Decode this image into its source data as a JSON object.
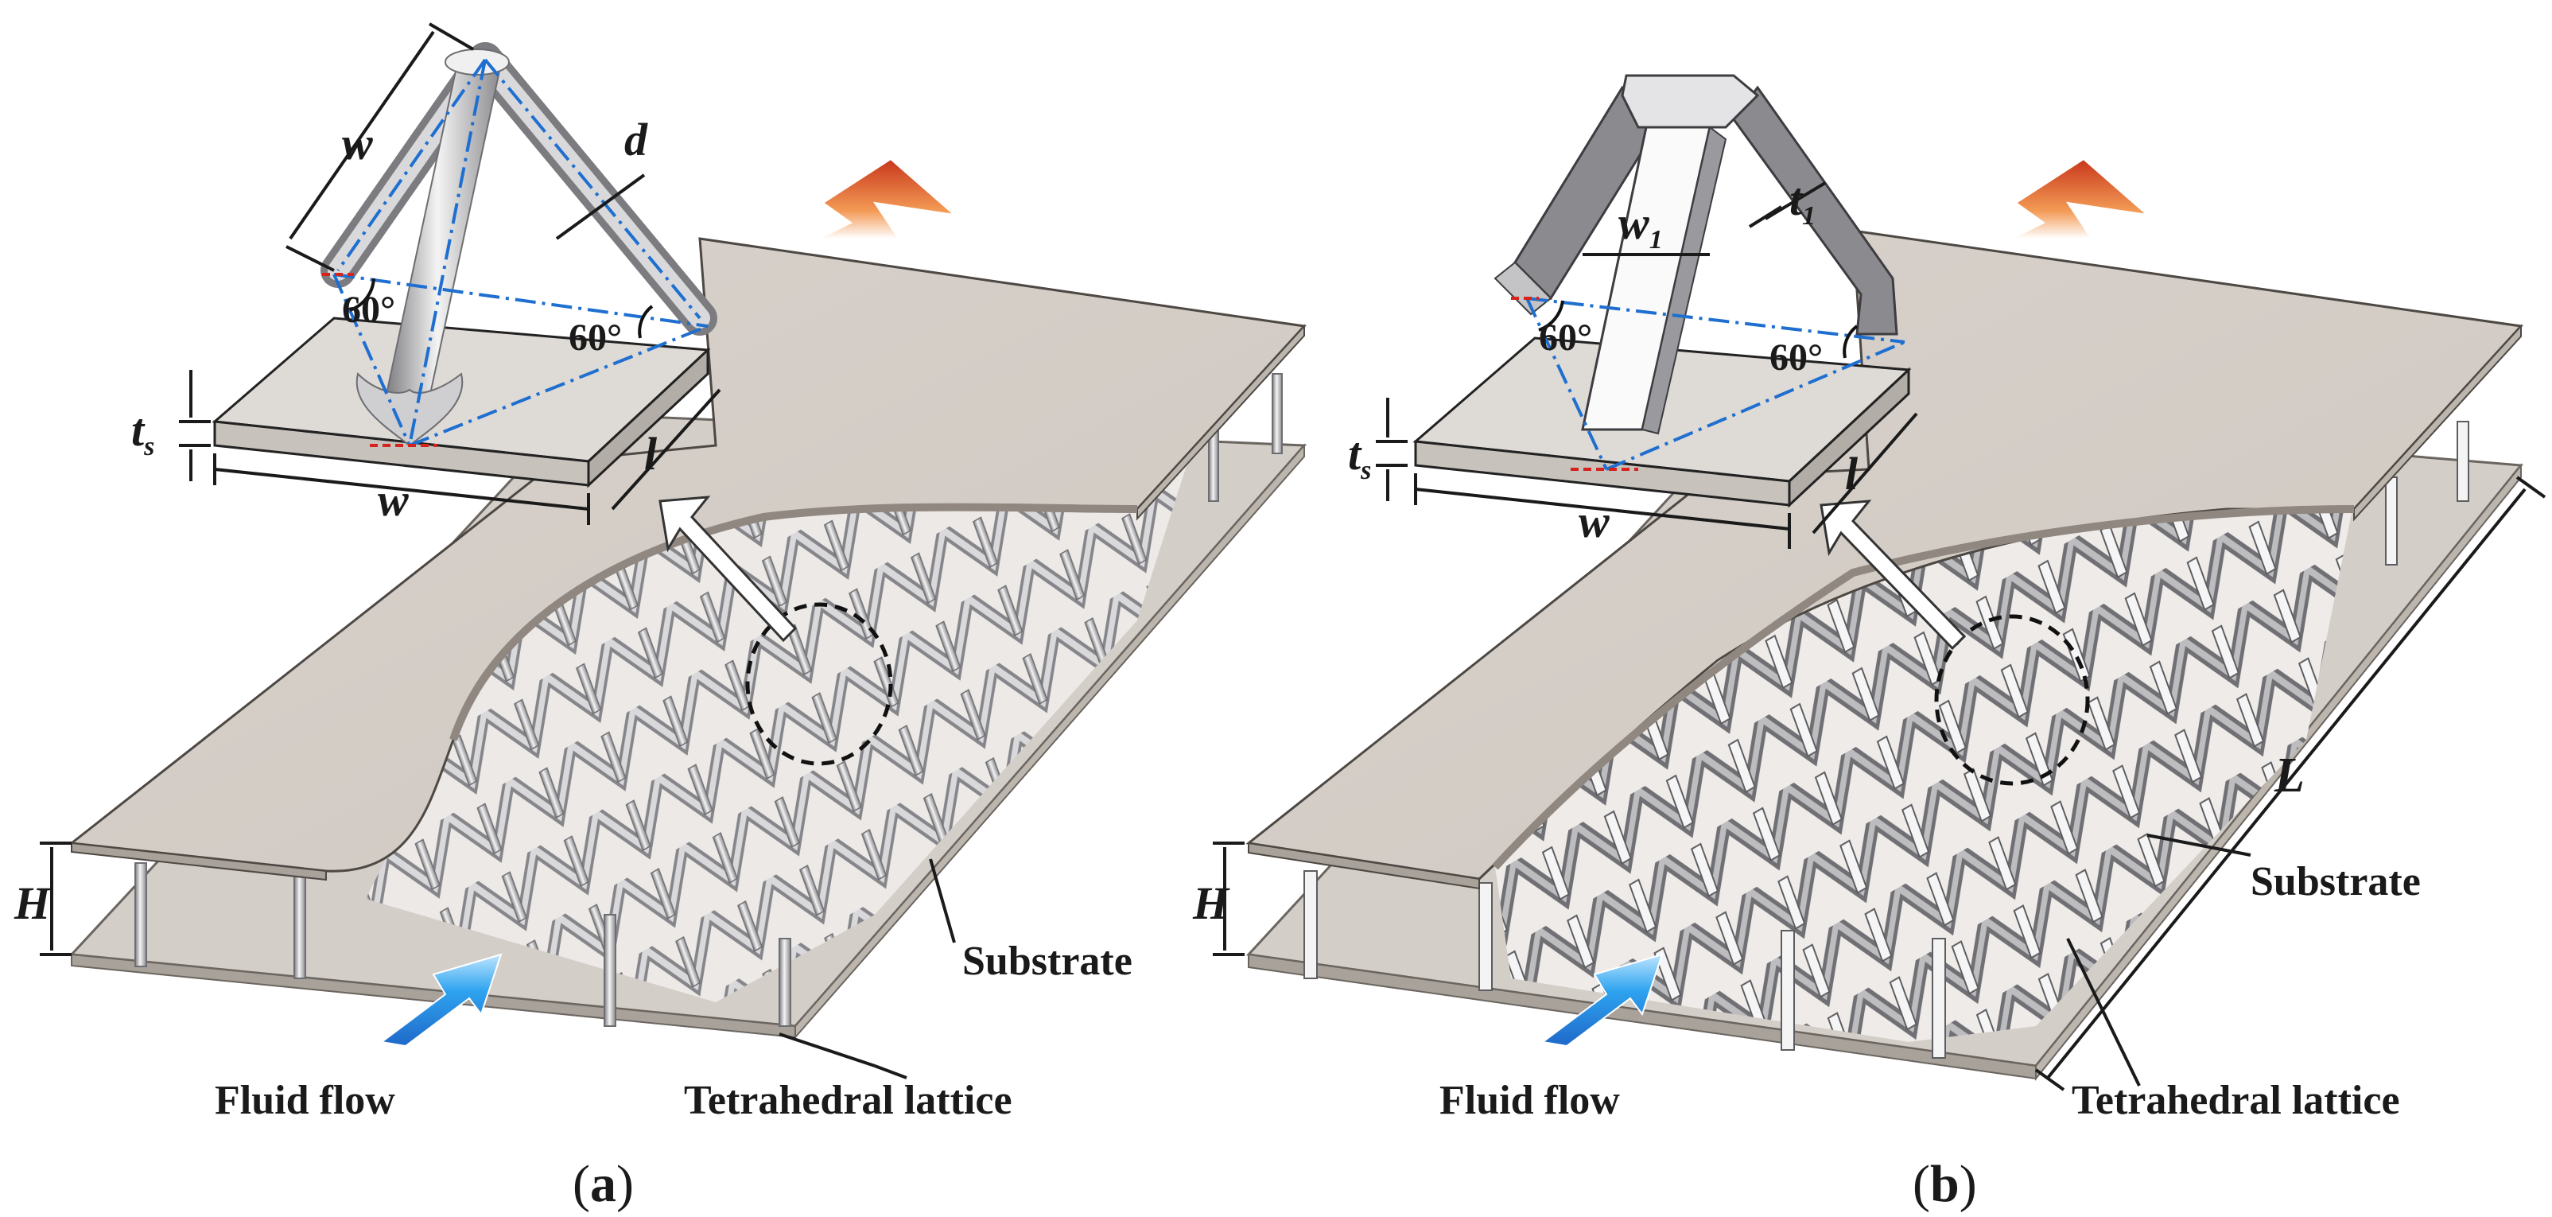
{
  "panels": [
    {
      "caption_open": "(",
      "caption_letter": "a",
      "caption_close": ")",
      "strut_shape": "cylindrical-strut",
      "labels": {
        "substrate": "Substrate",
        "lattice": "Tetrahedral lattice",
        "fluid_flow": "Fluid flow",
        "h": "H",
        "ts_main": "t",
        "ts_sub": "s",
        "w_bottom": "w",
        "l": "l",
        "w_strut": "w",
        "d": "d",
        "angle_left": "60°",
        "angle_right": "60°"
      }
    },
    {
      "caption_open": "(",
      "caption_letter": "b",
      "caption_close": ")",
      "strut_shape": "rectangular-strut",
      "labels": {
        "substrate": "Substrate",
        "lattice": "Tetrahedral lattice",
        "fluid_flow": "Fluid flow",
        "h": "H",
        "ts_main": "t",
        "ts_sub": "s",
        "w_bottom": "w",
        "l": "l",
        "w1_main": "w",
        "w1_sub": "1",
        "t1_main": "t",
        "t1_sub": "1",
        "L": "L",
        "angle_left": "60°",
        "angle_right": "60°"
      }
    }
  ],
  "colors": {
    "plate": "#dcd6d0",
    "plate_edge": "#a9a29b",
    "strut": "#d2d2d4",
    "strut_dark": "#77777b",
    "dim_line": "#1a1a1a",
    "center_line": "#1f6fd0",
    "red_dash": "#d8231d",
    "outflow_arrow": "#d8431a",
    "inflow_arrow": "#2a8ee6"
  }
}
